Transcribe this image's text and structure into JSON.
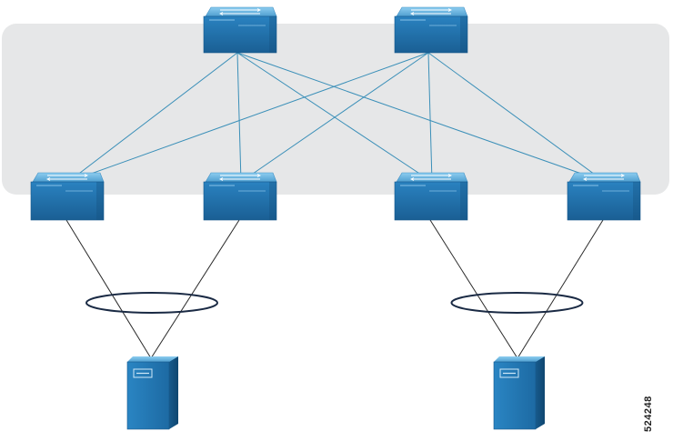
{
  "figure_id": "524248",
  "colors": {
    "band": "#e6e7e8",
    "fabric_link": "#3a8fb8",
    "host_link": "#2b2b2b",
    "bundle_ring": "#1a2a44",
    "device_top": "#5fb0dd",
    "device_face": "#1f6fa8",
    "device_dark": "#14507f"
  },
  "icons": {
    "spine": "switch-icon",
    "leaf": "switch-icon",
    "host": "server-icon"
  },
  "topology": {
    "spines": [
      "spine-1",
      "spine-2"
    ],
    "leaves": [
      "leaf-1",
      "leaf-2",
      "leaf-3",
      "leaf-4"
    ],
    "hosts": [
      "host-1",
      "host-2"
    ],
    "fabric_links": [
      [
        "spine-1",
        "leaf-1"
      ],
      [
        "spine-1",
        "leaf-2"
      ],
      [
        "spine-1",
        "leaf-3"
      ],
      [
        "spine-1",
        "leaf-4"
      ],
      [
        "spine-2",
        "leaf-1"
      ],
      [
        "spine-2",
        "leaf-2"
      ],
      [
        "spine-2",
        "leaf-3"
      ],
      [
        "spine-2",
        "leaf-4"
      ]
    ],
    "host_links": [
      [
        "host-1",
        "leaf-1"
      ],
      [
        "host-1",
        "leaf-2"
      ],
      [
        "host-2",
        "leaf-3"
      ],
      [
        "host-2",
        "leaf-4"
      ]
    ],
    "link_bundles": [
      {
        "host": "host-1",
        "leaves": [
          "leaf-1",
          "leaf-2"
        ]
      },
      {
        "host": "host-2",
        "leaves": [
          "leaf-3",
          "leaf-4"
        ]
      }
    ]
  }
}
